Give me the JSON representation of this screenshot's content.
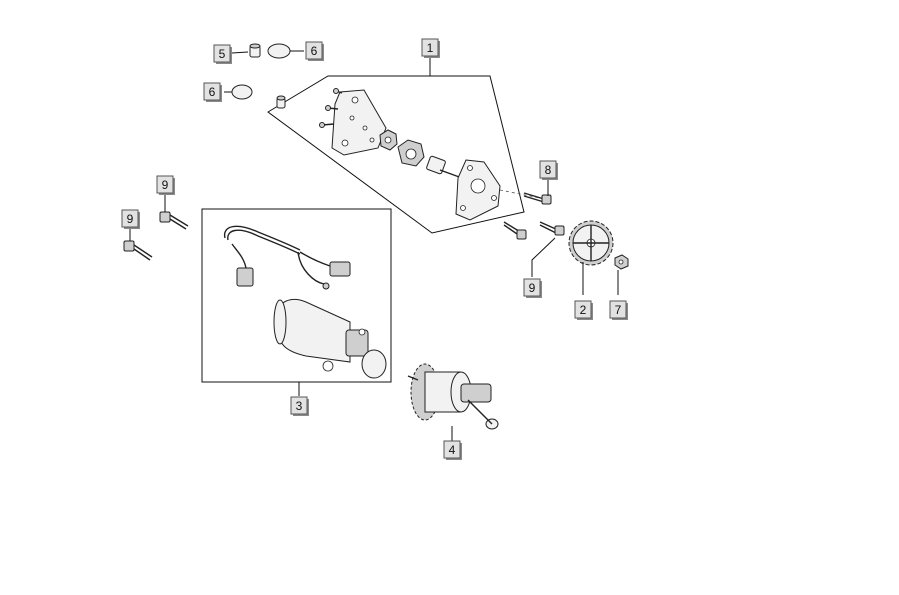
{
  "callouts": {
    "c1": "1",
    "c2": "2",
    "c3": "3",
    "c4": "4",
    "c5": "5",
    "c6a": "6",
    "c6b": "6",
    "c7": "7",
    "c8": "8",
    "c9a": "9",
    "c9b": "9",
    "c9c": "9"
  }
}
